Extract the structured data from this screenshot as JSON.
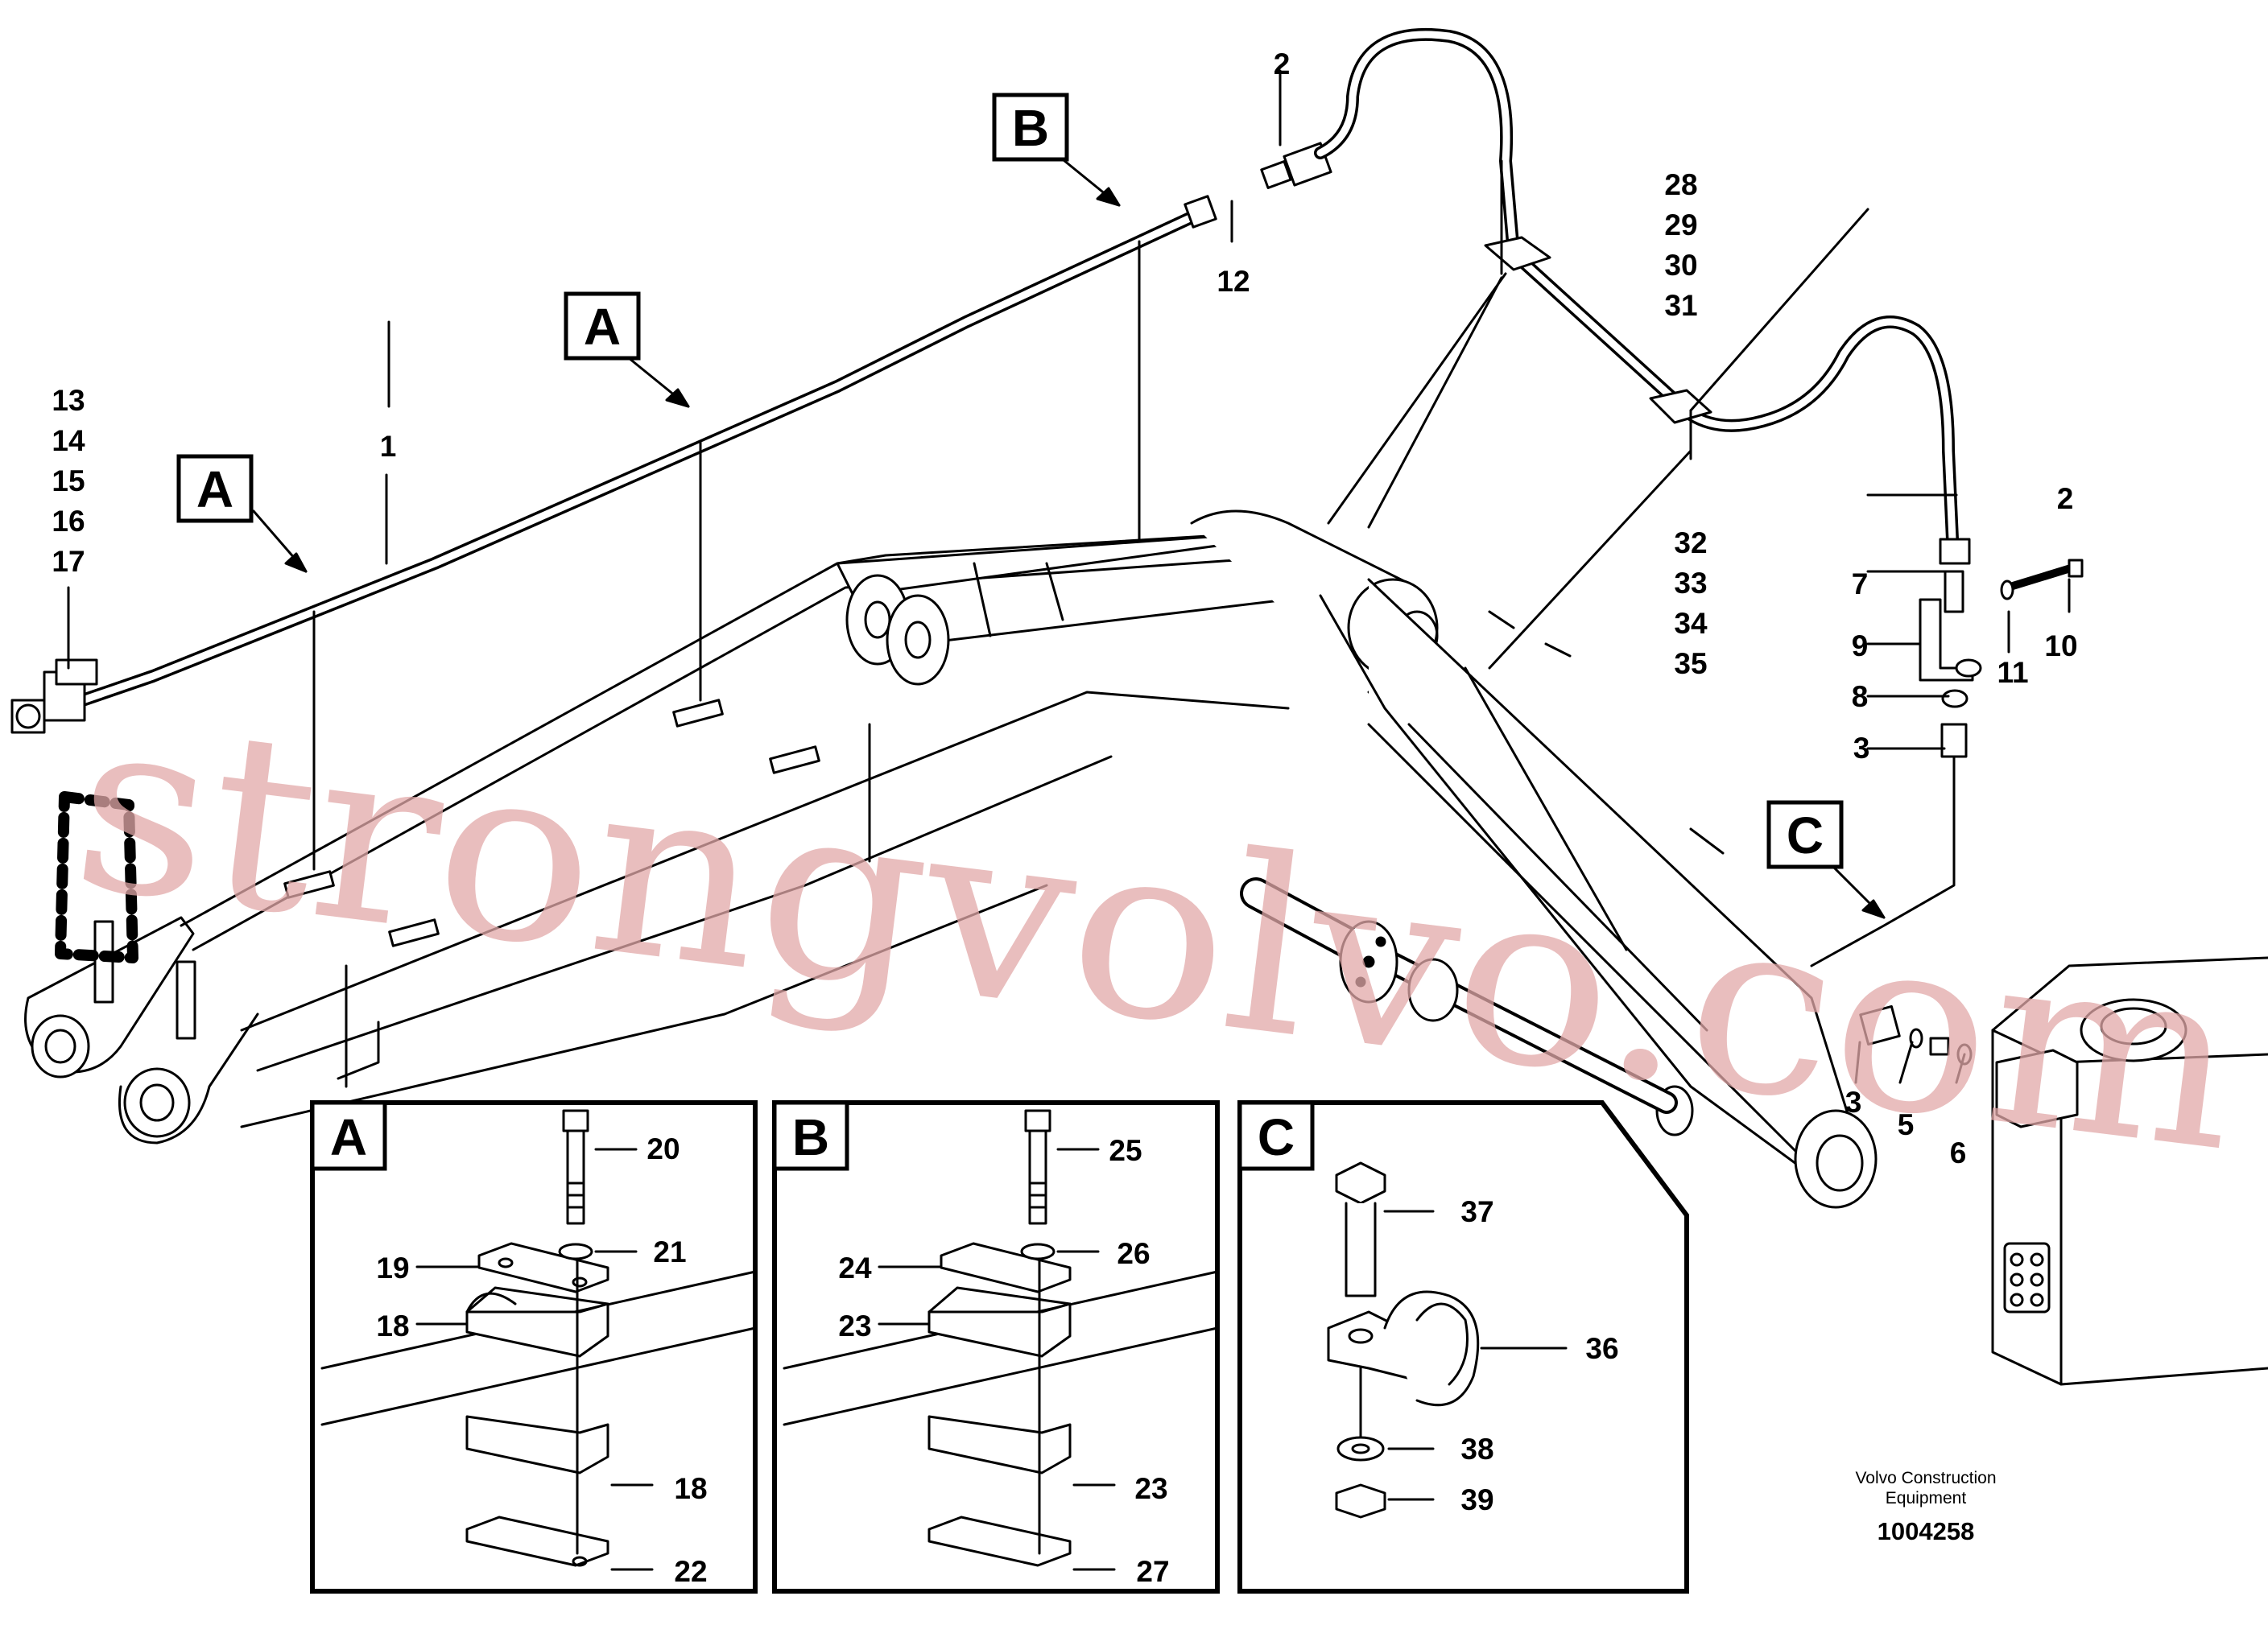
{
  "callouts": {
    "c1": "1",
    "c2a": "2",
    "c2b": "2",
    "c3a": "3",
    "c3b": "3",
    "c5": "5",
    "c6": "6",
    "c7": "7",
    "c8": "8",
    "c9": "9",
    "c10": "10",
    "c11": "11",
    "c12": "12",
    "c13": "13",
    "c14": "14",
    "c15": "15",
    "c16": "16",
    "c17": "17",
    "c18a": "18",
    "c18b": "18",
    "c19": "19",
    "c20": "20",
    "c21": "21",
    "c22": "22",
    "c23a": "23",
    "c23b": "23",
    "c24": "24",
    "c25": "25",
    "c26": "26",
    "c27": "27",
    "c28": "28",
    "c29": "29",
    "c30": "30",
    "c31": "31",
    "c32": "32",
    "c33": "33",
    "c34": "34",
    "c35": "35",
    "c36": "36",
    "c37": "37",
    "c38": "38",
    "c39": "39"
  },
  "section_labels": {
    "a1": "A",
    "a2": "A",
    "b": "B",
    "c": "C",
    "detail_a": "A",
    "detail_b": "B",
    "detail_c": "C"
  },
  "footer": {
    "brand_line1": "Volvo Construction",
    "brand_line2": "Equipment",
    "drawing_number": "1004258"
  },
  "watermark": "strongvolvo.com"
}
